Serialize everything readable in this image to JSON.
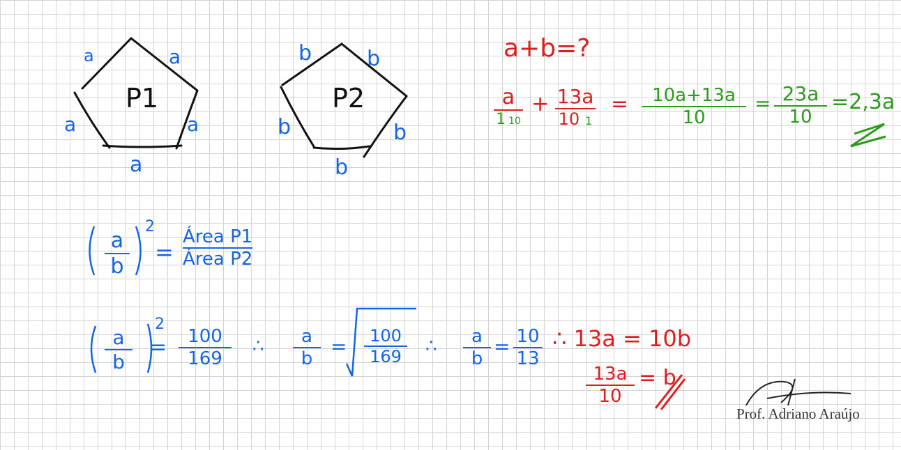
{
  "pentagon1": {
    "label": "P1",
    "sides": [
      "a",
      "a",
      "a",
      "a",
      "a"
    ]
  },
  "pentagon2": {
    "label": "P2",
    "sides": [
      "b",
      "b",
      "b",
      "b",
      "b"
    ]
  },
  "question": "a+b=?",
  "sum_work": {
    "t1_num": "a",
    "t1_den": "1",
    "t1_mult": "10",
    "plus": "+",
    "t2_num": "13a",
    "t2_den": "10",
    "t2_mult": "1",
    "eq1": "=",
    "s_num": "10a+13a",
    "s_den": "10",
    "eq2": "=",
    "r_num": "23a",
    "r_den": "10",
    "result": "=2,3a"
  },
  "ratio_formula": {
    "lhs_num": "a",
    "lhs_den": "b",
    "power": "2",
    "eq": "=",
    "rhs_num": "Área P1",
    "rhs_den": "Área P2"
  },
  "ratio_work": {
    "lhs_num": "a",
    "lhs_den": "b",
    "power": "2",
    "eq1": "=",
    "v_num": "100",
    "v_den": "169",
    "therefore1": "∴",
    "ab_num": "a",
    "ab_den": "b",
    "eq2": "=",
    "sqrt_num": "100",
    "sqrt_den": "169",
    "therefore2": "∴",
    "ab2_num": "a",
    "ab2_den": "b",
    "eq3": "=",
    "f_num": "10",
    "f_den": "13"
  },
  "conclusion": {
    "line1": "∴ 13a = 10b",
    "frac_num": "13a",
    "frac_den": "10",
    "tail": "= b"
  },
  "signature": "Prof. Adriano Araújo",
  "colors": {
    "blue": "#1464e6",
    "red": "#dc1e1e",
    "green": "#2d9a1e",
    "black": "#111111",
    "grid": "#d4d4d4"
  }
}
